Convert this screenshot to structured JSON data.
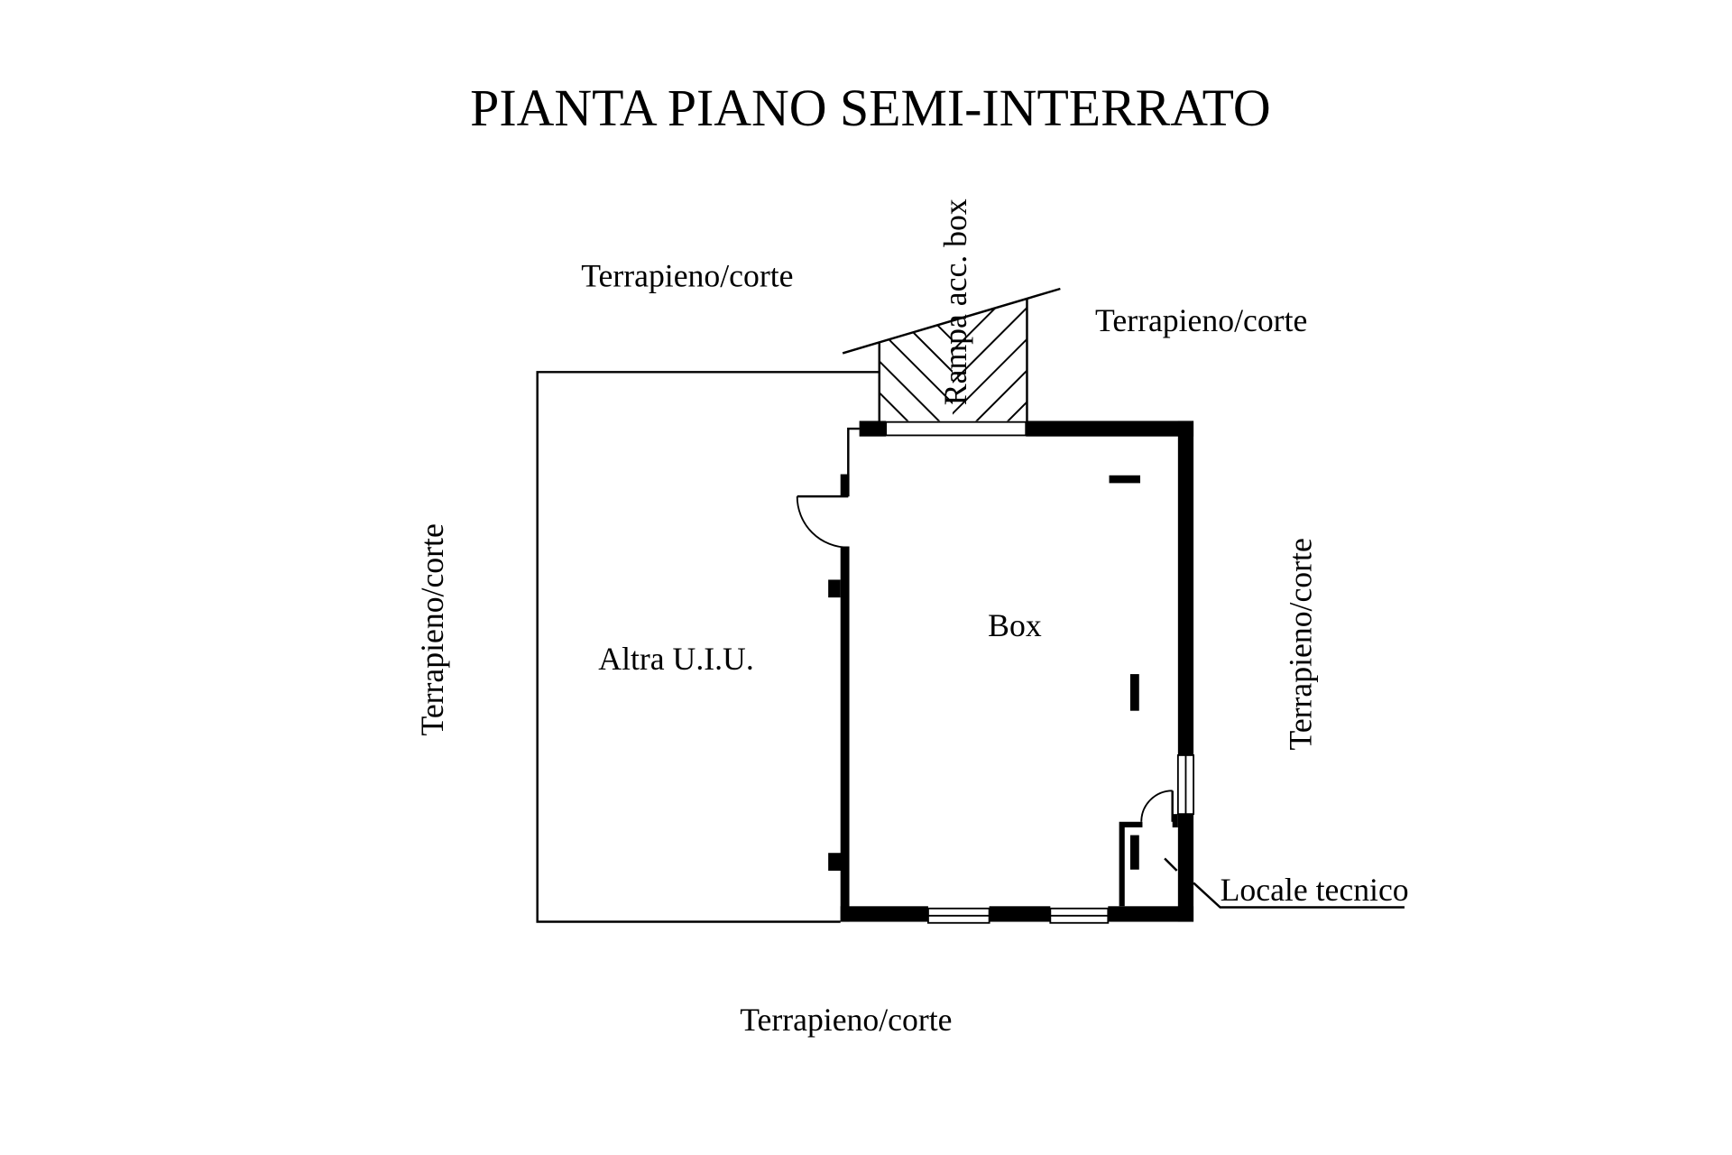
{
  "title": "PIANTA PIANO SEMI-INTERRATO",
  "rooms": {
    "box": "Box",
    "other_unit": "Altra U.I.U.",
    "technical_room": "Locale tecnico",
    "ramp": "Rampa acc. box"
  },
  "surroundings": {
    "top_left": "Terrapieno/corte",
    "top_right": "Terrapieno/corte",
    "left": "Terrapieno/corte",
    "right": "Terrapieno/corte",
    "bottom": "Terrapieno/corte"
  },
  "colors": {
    "ink": "#000000",
    "background": "#ffffff"
  }
}
